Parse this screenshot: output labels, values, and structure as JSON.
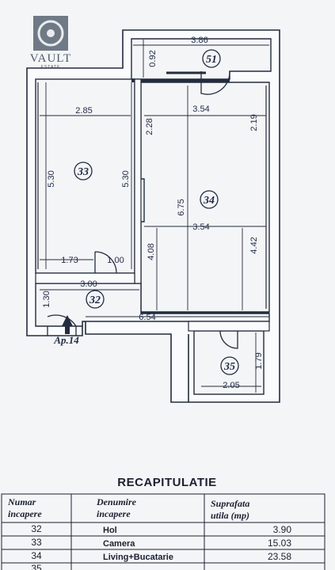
{
  "logo": {
    "name": "VAULT",
    "tagline": "ESTATE"
  },
  "rooms": [
    {
      "id": "51"
    },
    {
      "id": "33"
    },
    {
      "id": "34"
    },
    {
      "id": "32"
    },
    {
      "id": "35"
    }
  ],
  "dimensions": {
    "d386": "3.86",
    "d092": "0.92",
    "d285": "2.85",
    "d354a": "3.54",
    "d228": "2.28",
    "d219": "2.19",
    "d530a": "5.30",
    "d530b": "5.30",
    "d675": "6.75",
    "d354b": "3.54",
    "d408": "4.08",
    "d442": "4.42",
    "d173": "1.73",
    "d100": "1.00",
    "d300": "3.00",
    "d130": "1.30",
    "d654": "6.54",
    "d179": "1.79",
    "d205": "2.05"
  },
  "entrance": {
    "label": "Ap.14"
  },
  "recap": {
    "title": "RECAPITULATIE",
    "headers": {
      "col1a": "Numar",
      "col1b": "incapere",
      "col2a": "Denumire",
      "col2b": "incapere",
      "col3a": "Suprafata",
      "col3b": "utila  (mp)"
    },
    "rows": [
      {
        "nr": "32",
        "name": "Hol",
        "area": "3.90"
      },
      {
        "nr": "33",
        "name": "Camera",
        "area": "15.03"
      },
      {
        "nr": "34",
        "name": "Living+Bucatarie",
        "area": "23.58"
      },
      {
        "nr": "35",
        "name": "",
        "area": ""
      }
    ]
  }
}
